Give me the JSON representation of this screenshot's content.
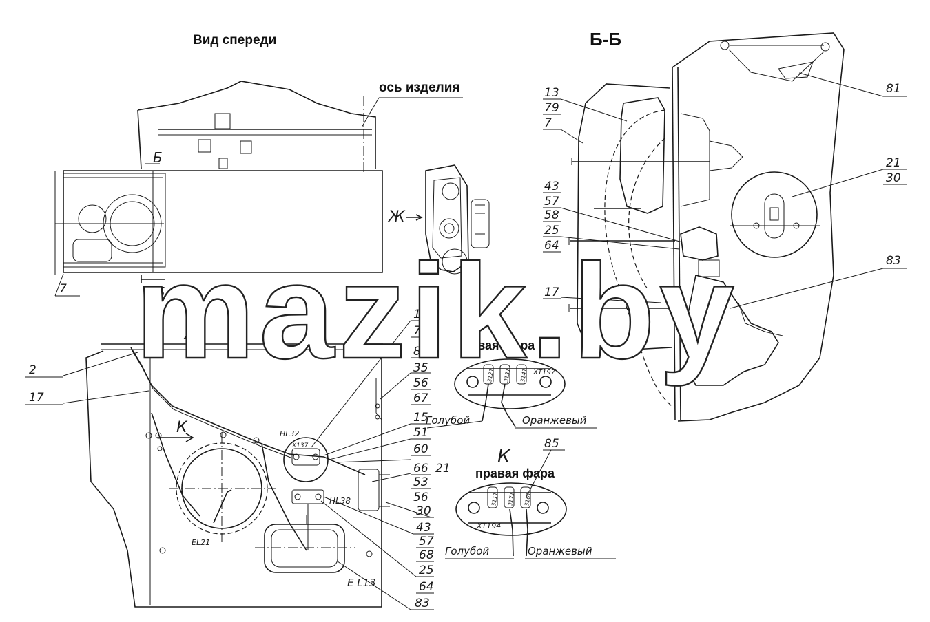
{
  "titles": {
    "front_view": "Вид спереди",
    "section": "Б-Б",
    "product_axis": "ось изделия",
    "left_headlight": "левая фара",
    "right_headlight": "правая фара",
    "view_k": "К"
  },
  "markers": {
    "b_upper": "Б",
    "b_lower": "Б",
    "zh_right": "Ж",
    "zh_center": "Ж",
    "k_arrow": "К"
  },
  "wire_colors": {
    "left_blue": "Голубой",
    "left_orange": "Оранжевый",
    "right_blue": "Голубой",
    "right_orange": "Оранжевый"
  },
  "connectors": {
    "left_block": "XT197",
    "right_block": "XT194",
    "left_wires": [
      "3121",
      "3131",
      "3141"
    ],
    "right_wires": [
      "3111",
      "3171",
      "3161"
    ]
  },
  "designators": {
    "hl32": "HL32",
    "hl38": "HL38",
    "el21": "EL21",
    "el13": "E L13",
    "x137": "X137"
  },
  "callouts": {
    "front_left": [
      "7",
      "2",
      "17"
    ],
    "front_right": [
      "13",
      "79",
      "81",
      "35",
      "56",
      "67",
      "15",
      "51",
      "60",
      "66",
      "21",
      "53",
      "56",
      "30",
      "43",
      "57",
      "68",
      "25",
      "64",
      "83"
    ],
    "section_left": [
      "13",
      "79",
      "7",
      "43",
      "57",
      "58",
      "25",
      "64",
      "17"
    ],
    "section_right": [
      "81",
      "21",
      "30",
      "83"
    ],
    "view_k": [
      "85"
    ]
  },
  "watermark": "mazik.by"
}
